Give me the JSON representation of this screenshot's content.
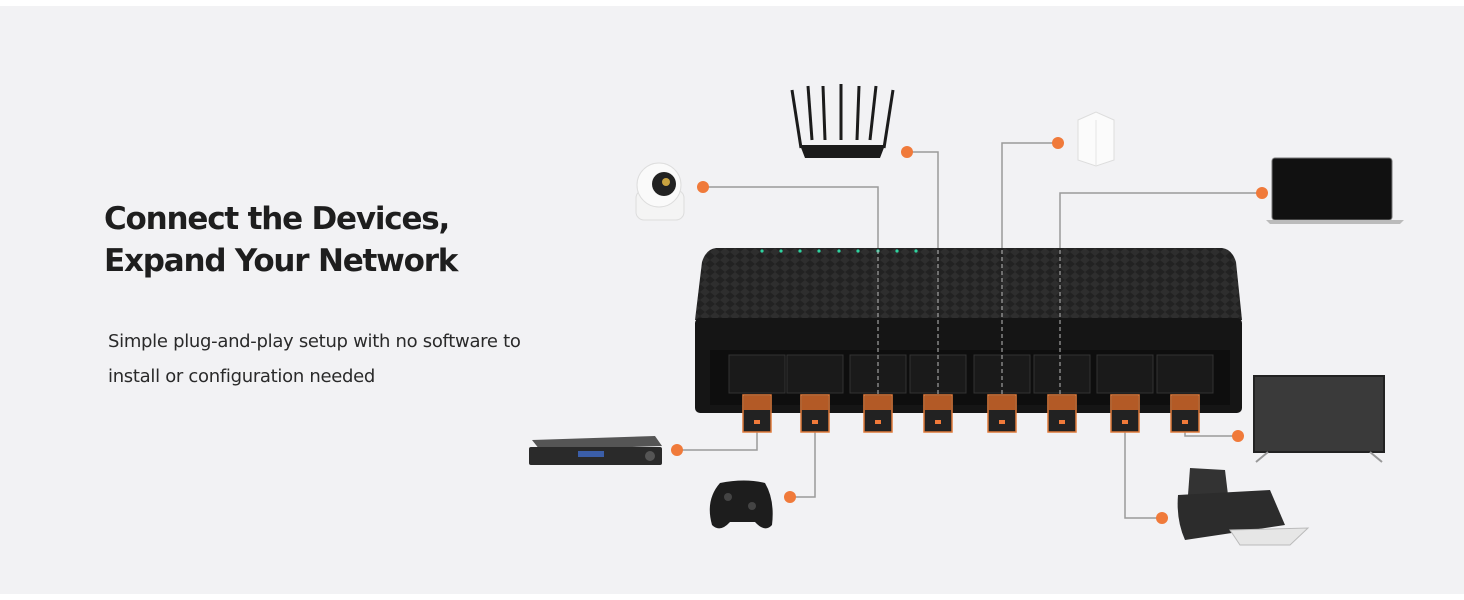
{
  "headline": {
    "line1": "Connect the Devices,",
    "line2": "Expand Your Network"
  },
  "description": {
    "line1": "Simple plug-and-play setup with no software to",
    "line2": "install or configuration needed"
  },
  "colors": {
    "background": "#f2f2f4",
    "accent": "#f07a3a",
    "connector": "#9a9a9a",
    "switch_body": "#1c1c1c",
    "led": "#2fd3a0"
  },
  "devices": [
    "ip-camera",
    "wifi-router",
    "mesh-wifi-node",
    "laptop",
    "set-top-box",
    "game-controller",
    "printer",
    "tv"
  ],
  "switch": {
    "port_count": 8
  }
}
